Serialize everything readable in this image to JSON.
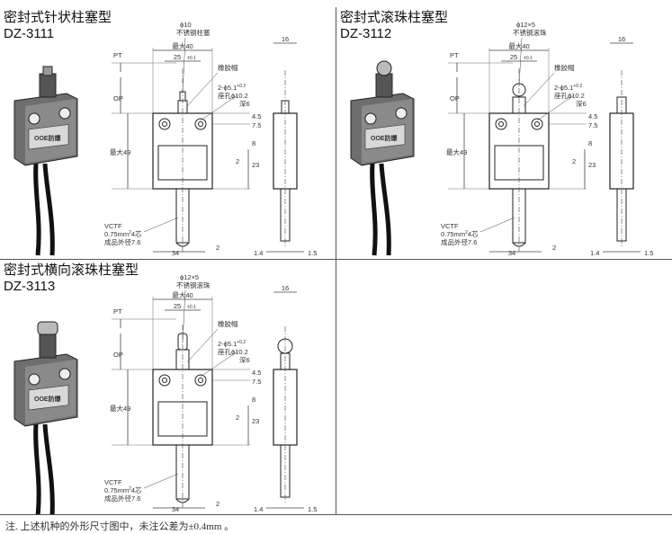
{
  "switches": [
    {
      "title": "密封式针状柱塞型",
      "model": "DZ-3111",
      "plunger_label": "ϕ10",
      "plunger_note": "不锈钢柱塞",
      "body_label": "OOE防爆",
      "labels": {
        "pt": "PT",
        "op": "OP",
        "max40": "最大40",
        "d25": "25",
        "tol": "±0.1",
        "rubber": "橡胶帽",
        "holes_a": "2-ϕ5.1",
        "holes_tol": "+0.2",
        "holes_tol2": "0",
        "holes_b": "座孔ϕ10.2",
        "holes_c": "深6",
        "d16": "16",
        "d4_5": "4.5",
        "d7_5": "7.5",
        "d8": "8",
        "d2": "2",
        "d23": "23",
        "max49": "最大49",
        "vctf": "VCTF",
        "wire": "0.75mm",
        "wire_sup": "2",
        "wire2": "4芯",
        "diam": "成品外径7.6",
        "d34": "34",
        "d2b": "2",
        "d1_4": "1.4",
        "d1_5": "1.5"
      }
    },
    {
      "title": "密封式滚珠柱塞型",
      "model": "DZ-3112",
      "plunger_label": "ϕ12×5",
      "plunger_note": "不锈钢滚珠",
      "body_label": "OOE防爆",
      "labels": {
        "pt": "PT",
        "op": "OP",
        "max40": "最大40",
        "d25": "25",
        "tol": "±0.1",
        "rubber": "橡胶帽",
        "holes_a": "2-ϕ5.1",
        "holes_tol": "+0.2",
        "holes_tol2": "0",
        "holes_b": "座孔ϕ10.2",
        "holes_c": "深6",
        "d16": "16",
        "d4_5": "4.5",
        "d7_5": "7.5",
        "d8": "8",
        "d2": "2",
        "d23": "23",
        "max49": "最大49",
        "vctf": "VCTF",
        "wire": "0.75mm",
        "wire_sup": "2",
        "wire2": "4芯",
        "diam": "成品外径7.6",
        "d34": "34",
        "d2b": "2",
        "d1_4": "1.4",
        "d1_5": "1.5"
      }
    },
    {
      "title": "密封式横向滚珠柱塞型",
      "model": "DZ-3113",
      "plunger_label": "ϕ12×5",
      "plunger_note": "不锈钢滚珠",
      "body_label": "OOE防爆",
      "labels": {
        "pt": "PT",
        "op": "OP",
        "max40": "最大40",
        "d25": "25",
        "tol": "±0.1",
        "rubber": "橡胶帽",
        "holes_a": "2-ϕ5.1",
        "holes_tol": "+0.2",
        "holes_tol2": "0",
        "holes_b": "座孔ϕ10.2",
        "holes_c": "深6",
        "d16": "16",
        "d4_5": "4.5",
        "d7_5": "7.5",
        "d8": "8",
        "d2": "2",
        "d23": "23",
        "max49": "最大49",
        "vctf": "VCTF",
        "wire": "0.75mm",
        "wire_sup": "2",
        "wire2": "4芯",
        "diam": "成品外径7.6",
        "d34": "34",
        "d2b": "2",
        "d1_4": "1.4",
        "d1_5": "1.5"
      }
    }
  ],
  "footnote": "注.  上述机种的外形尺寸图中，未注公差为±0.4mm 。"
}
